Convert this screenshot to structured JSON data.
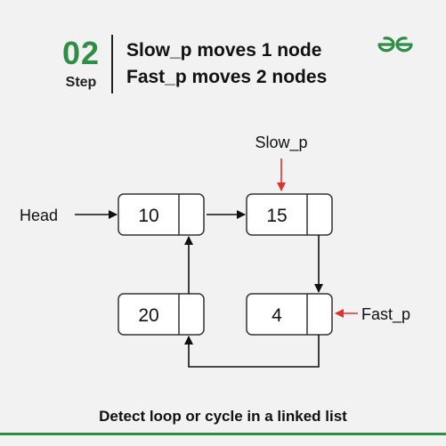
{
  "header": {
    "step_number": "02",
    "step_word": "Step",
    "title_line1": "Slow_p moves 1 node",
    "title_line2": "Fast_p moves 2 nodes"
  },
  "diagram": {
    "head_label": "Head",
    "slow_label": "Slow_p",
    "fast_label": "Fast_p",
    "nodes": [
      "10",
      "15",
      "4",
      "20"
    ]
  },
  "caption": "Detect loop or cycle in a linked list",
  "colors": {
    "brand_green": "#2f8d46",
    "pointer_red": "#e03030",
    "node_border": "#333333",
    "background": "#f2f2f2"
  },
  "icons": [
    "geeksforgeeks-logo-icon"
  ]
}
